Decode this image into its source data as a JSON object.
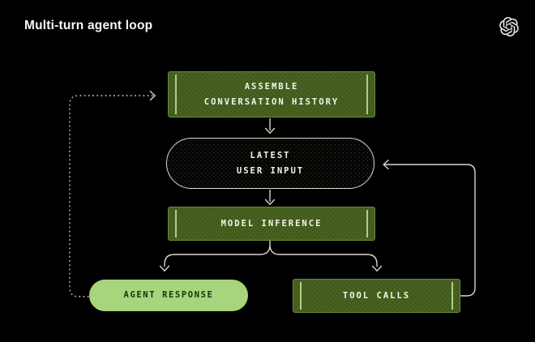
{
  "header": {
    "title": "Multi-turn agent loop"
  },
  "logo": {
    "name": "openai-logo"
  },
  "colors": {
    "background": "#000000",
    "box_fill": "#405a19",
    "box_border": "#6b8b39",
    "box_accent_bar": "#bcd98f",
    "dark_pill_fill": "#030303",
    "dark_pill_border": "#dcdacf",
    "light_pill_fill": "#a6d57e",
    "light_pill_text": "#1d3109",
    "node_text": "#f4f3ec",
    "connector": "#d8d7cd",
    "title_text": "#f7f7f2"
  },
  "nodes": {
    "assemble_history": {
      "shape": "process",
      "lines": [
        "ASSEMBLE",
        "CONVERSATION HISTORY"
      ]
    },
    "latest_user_input": {
      "shape": "stadium-dark",
      "lines": [
        "LATEST",
        "USER INPUT"
      ]
    },
    "model_inference": {
      "shape": "process",
      "lines": [
        "MODEL INFERENCE"
      ]
    },
    "agent_response": {
      "shape": "stadium-light",
      "lines": [
        "AGENT RESPONSE"
      ]
    },
    "tool_calls": {
      "shape": "process",
      "lines": [
        "TOOL CALLS"
      ]
    }
  },
  "edges": [
    {
      "from": "assemble_history",
      "to": "latest_user_input",
      "style": "solid",
      "arrow": "down"
    },
    {
      "from": "latest_user_input",
      "to": "model_inference",
      "style": "solid",
      "arrow": "down"
    },
    {
      "from": "model_inference",
      "to": "agent_response",
      "style": "solid",
      "arrow": "down"
    },
    {
      "from": "model_inference",
      "to": "tool_calls",
      "style": "solid",
      "arrow": "down"
    },
    {
      "from": "tool_calls",
      "to": "latest_user_input",
      "style": "solid-loop-right",
      "arrow": "left"
    },
    {
      "from": "agent_response",
      "to": "assemble_history",
      "style": "dotted-loop-left",
      "arrow": "right"
    }
  ]
}
